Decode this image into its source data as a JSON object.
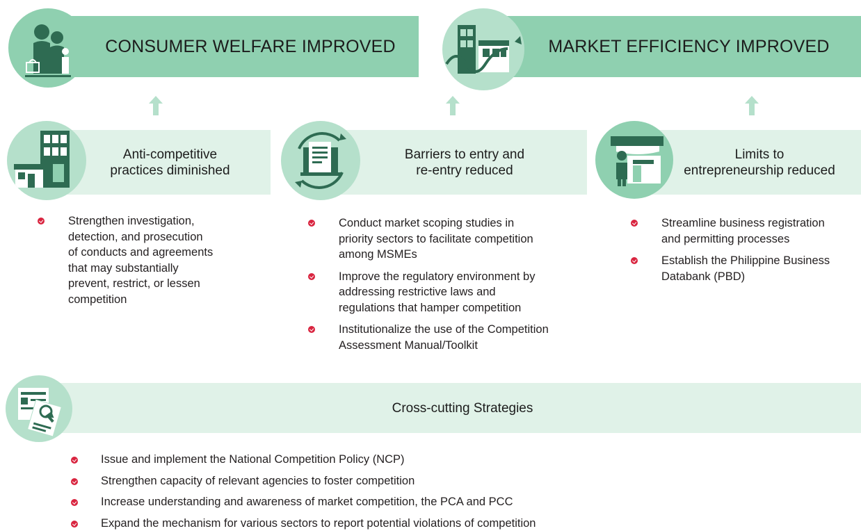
{
  "outcomes": {
    "consumer_welfare": "CONSUMER WELFARE IMPROVED",
    "market_efficiency": "MARKET EFFICIENCY IMPROVED"
  },
  "columns": [
    {
      "title": "Anti-competitive\npractices diminished",
      "icon": "buildings-icon",
      "strategies": [
        "Strengthen investigation,\ndetection, and prosecution\nof conducts and agreements\nthat may substantially\nprevent, restrict, or lessen\ncompetition"
      ]
    },
    {
      "title": "Barriers to entry and\nre-entry reduced",
      "icon": "document-cycle-icon",
      "strategies": [
        "Conduct market scoping studies in\npriority sectors to facilitate competition\namong MSMEs",
        "Improve the regulatory environment by\naddressing restrictive laws and\nregulations that hamper competition",
        "Institutionalize the use of the Competition\nAssessment Manual/Toolkit"
      ]
    },
    {
      "title": "Limits to\nentrepreneurship reduced",
      "icon": "storefront-icon",
      "strategies": [
        "Streamline business registration\nand permitting processes",
        "Establish the Philippine Business\nDatabank (PBD)"
      ]
    }
  ],
  "cross_cutting": {
    "title": "Cross-cutting Strategies",
    "icon": "documents-icon",
    "strategies": [
      "Issue and implement the National Competition Policy (NCP)",
      "Strengthen capacity of relevant agencies to foster competition",
      "Increase understanding and awareness of market competition, the PCA and PCC",
      "Expand the mechanism for various sectors to report potential violations of competition"
    ]
  },
  "colors": {
    "banner": "#8fd0b0",
    "band": "#e0f2e8",
    "icon_dark": "#2e6b52",
    "bullet": "#d9243f",
    "arrow": "#b5e0cb"
  }
}
